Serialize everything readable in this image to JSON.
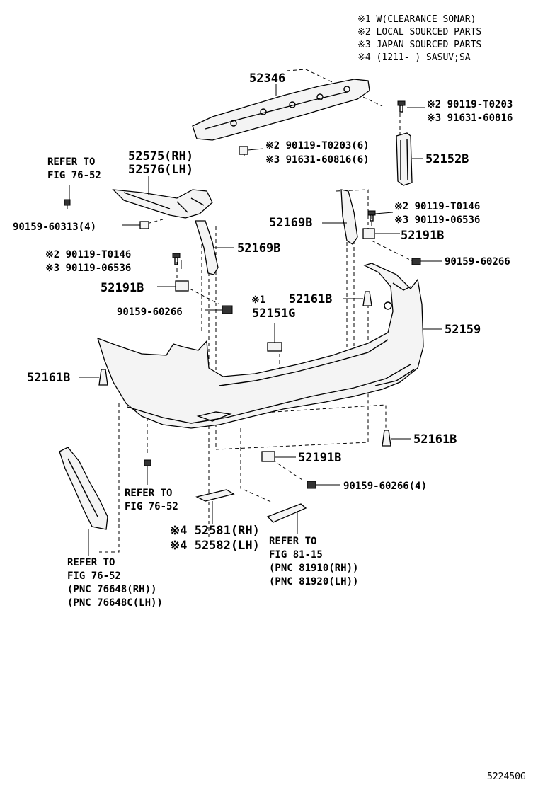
{
  "notes": [
    "※1 W(CLEARANCE SONAR)",
    "※2 LOCAL SOURCED PARTS",
    "※3 JAPAN SOURCED PARTS",
    "※4 (1211-      ) SASUV;SA"
  ],
  "parts": {
    "p52346": "52346",
    "p90119_t0203_a": "※2 90119-T0203",
    "p91631_60816_a": "※3 91631-60816",
    "p90119_t0203_b": "※2 90119-T0203(6)",
    "p91631_60816_b": "※3 91631-60816(6)",
    "p52152b": "52152B",
    "refer_top_1": "REFER TO",
    "refer_top_2": "FIG 76-52",
    "p52575": "52575(RH)",
    "p52576": "52576(LH)",
    "p90159_60313": "90159-60313(4)",
    "p90119_t0146_a": "※2 90119-T0146",
    "p90119_06536_a": "※3 90119-06536",
    "p52169b_right": "52169B",
    "p52191b_right": "52191B",
    "p90159_60266_right": "90159-60266",
    "p90119_t0146_b": "※2 90119-T0146",
    "p90119_06536_b": "※3 90119-06536",
    "p52169b_left": "52169B",
    "p52191b_left": "52191B",
    "p90159_60266_left": "90159-60266",
    "note1_mark": "※1",
    "p52151g": "52151G",
    "p52161b_mid": "52161B",
    "p52159": "52159",
    "p52161b_left": "52161B",
    "p52161b_lower": "52161B",
    "p52191b_lower": "52191B",
    "p90159_60266_lower": "90159-60266(4)",
    "refer_mid_1": "REFER TO",
    "refer_mid_2": "FIG 76-52",
    "p52581": "※4 52581(RH)",
    "p52582": "※4 52582(LH)",
    "refer_81_1": "REFER TO",
    "refer_81_2": "FIG 81-15",
    "refer_81_3": "(PNC 81910(RH))",
    "refer_81_4": "(PNC 81920(LH))",
    "refer_bottom_1": "REFER TO",
    "refer_bottom_2": "FIG 76-52",
    "refer_bottom_3": "(PNC 76648(RH))",
    "refer_bottom_4": "(PNC 76648C(LH))"
  },
  "diagram_code": "522450G"
}
